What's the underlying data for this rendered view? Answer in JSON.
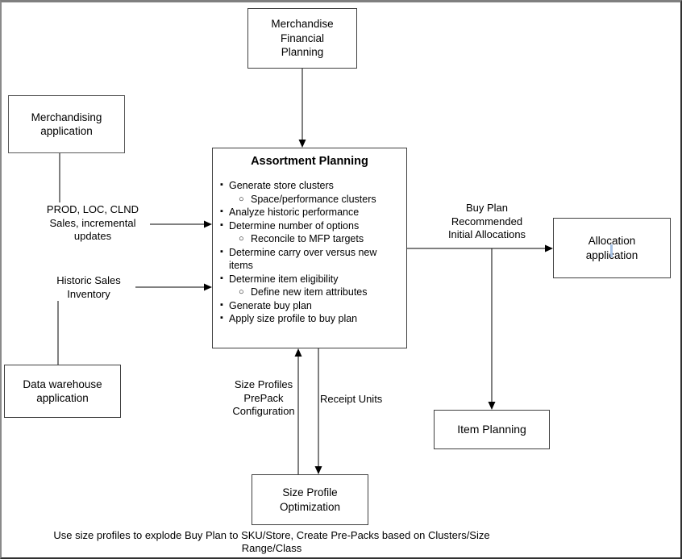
{
  "nodes": {
    "mfp": {
      "label": "Merchandise\nFinancial\nPlanning"
    },
    "merchandising": {
      "label": "Merchandising\napplication"
    },
    "allocation": {
      "label": "Allocation\napplication"
    },
    "data_warehouse": {
      "label": "Data warehouse\napplication"
    },
    "item_planning": {
      "label": "Item Planning"
    },
    "size_profile_optimization": {
      "label": "Size Profile\nOptimization"
    },
    "assortment": {
      "title": "Assortment Planning",
      "items": [
        {
          "level": 1,
          "text": "Generate store clusters"
        },
        {
          "level": 2,
          "text": "Space/performance clusters"
        },
        {
          "level": 1,
          "text": "Analyze historic performance"
        },
        {
          "level": 1,
          "text": "Determine number of options"
        },
        {
          "level": 2,
          "text": "Reconcile to MFP targets"
        },
        {
          "level": 1,
          "text": "Determine carry over versus new items"
        },
        {
          "level": 1,
          "text": "Determine item eligibility"
        },
        {
          "level": 2,
          "text": "Define new item attributes"
        },
        {
          "level": 1,
          "text": "Generate buy plan"
        },
        {
          "level": 1,
          "text": "Apply size profile to buy plan"
        }
      ]
    }
  },
  "edge_labels": {
    "prod_loc_clnd": "PROD, LOC, CLND\nSales, incremental\nupdates",
    "historic_sales": "Historic Sales\nInventory",
    "buy_plan": "Buy Plan\nRecommended\nInitial Allocations",
    "size_profiles": "Size Profiles\nPrePack\nConfiguration",
    "receipt_units": "Receipt Units"
  },
  "caption": "Use size profiles to explode Buy Plan to SKU/Store, Create Pre-Packs based on Clusters/Size\nRange/Class",
  "colors": {
    "line": "#000000",
    "box_border": "#3f3f3f",
    "caret": "#a9c5e8",
    "frame_top": "#7f7f7f",
    "frame_dark": "#303030"
  }
}
